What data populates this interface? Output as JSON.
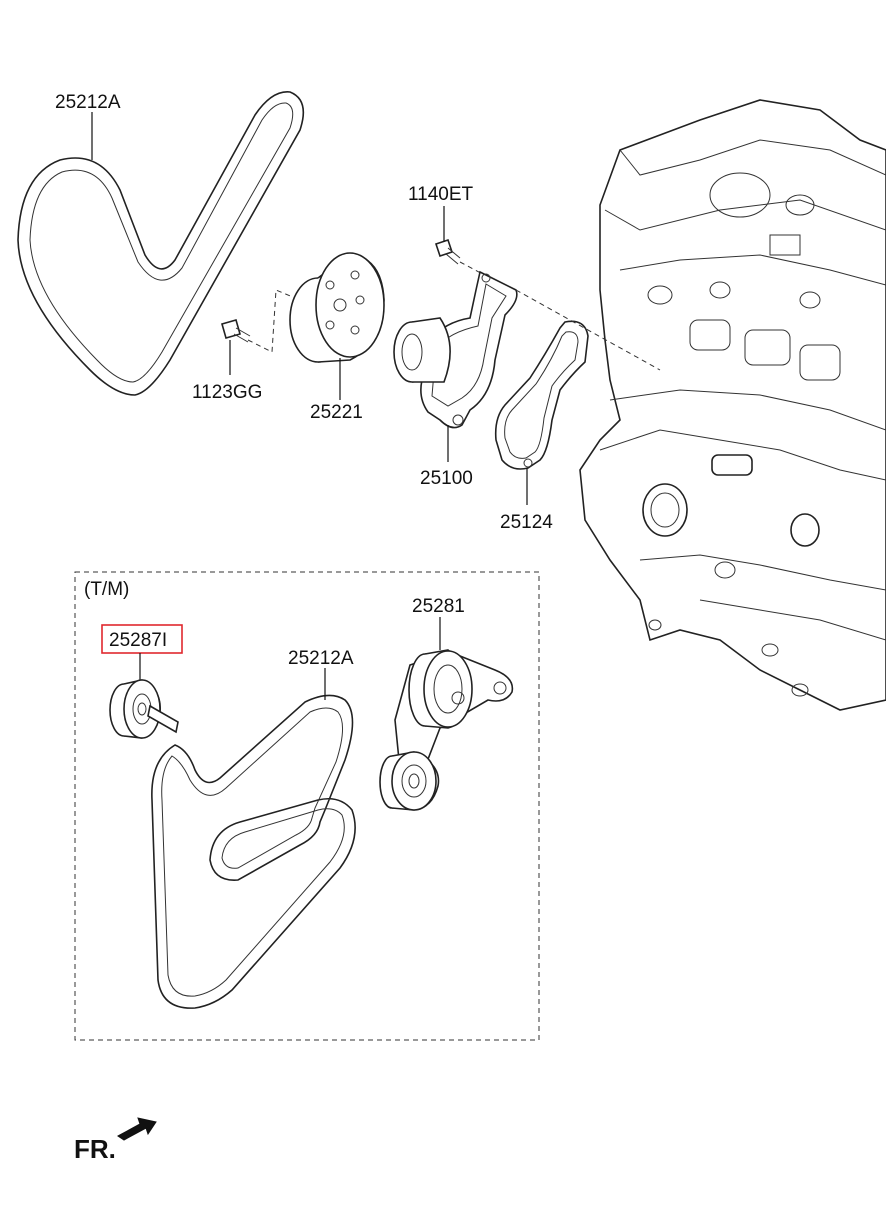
{
  "labels": {
    "belt_top": "25212A",
    "bolt_pulley": "1123GG",
    "pulley": "25221",
    "bolt_pump": "1140ET",
    "water_pump": "25100",
    "gasket": "25124",
    "tm_box": "(T/M)",
    "idler": "25287I",
    "belt_tm": "25212A",
    "tensioner": "25281",
    "front": "FR."
  },
  "highlight": {
    "part": "25287I",
    "color": "#e0282e"
  },
  "colors": {
    "line": "#111111",
    "background": "#ffffff"
  }
}
